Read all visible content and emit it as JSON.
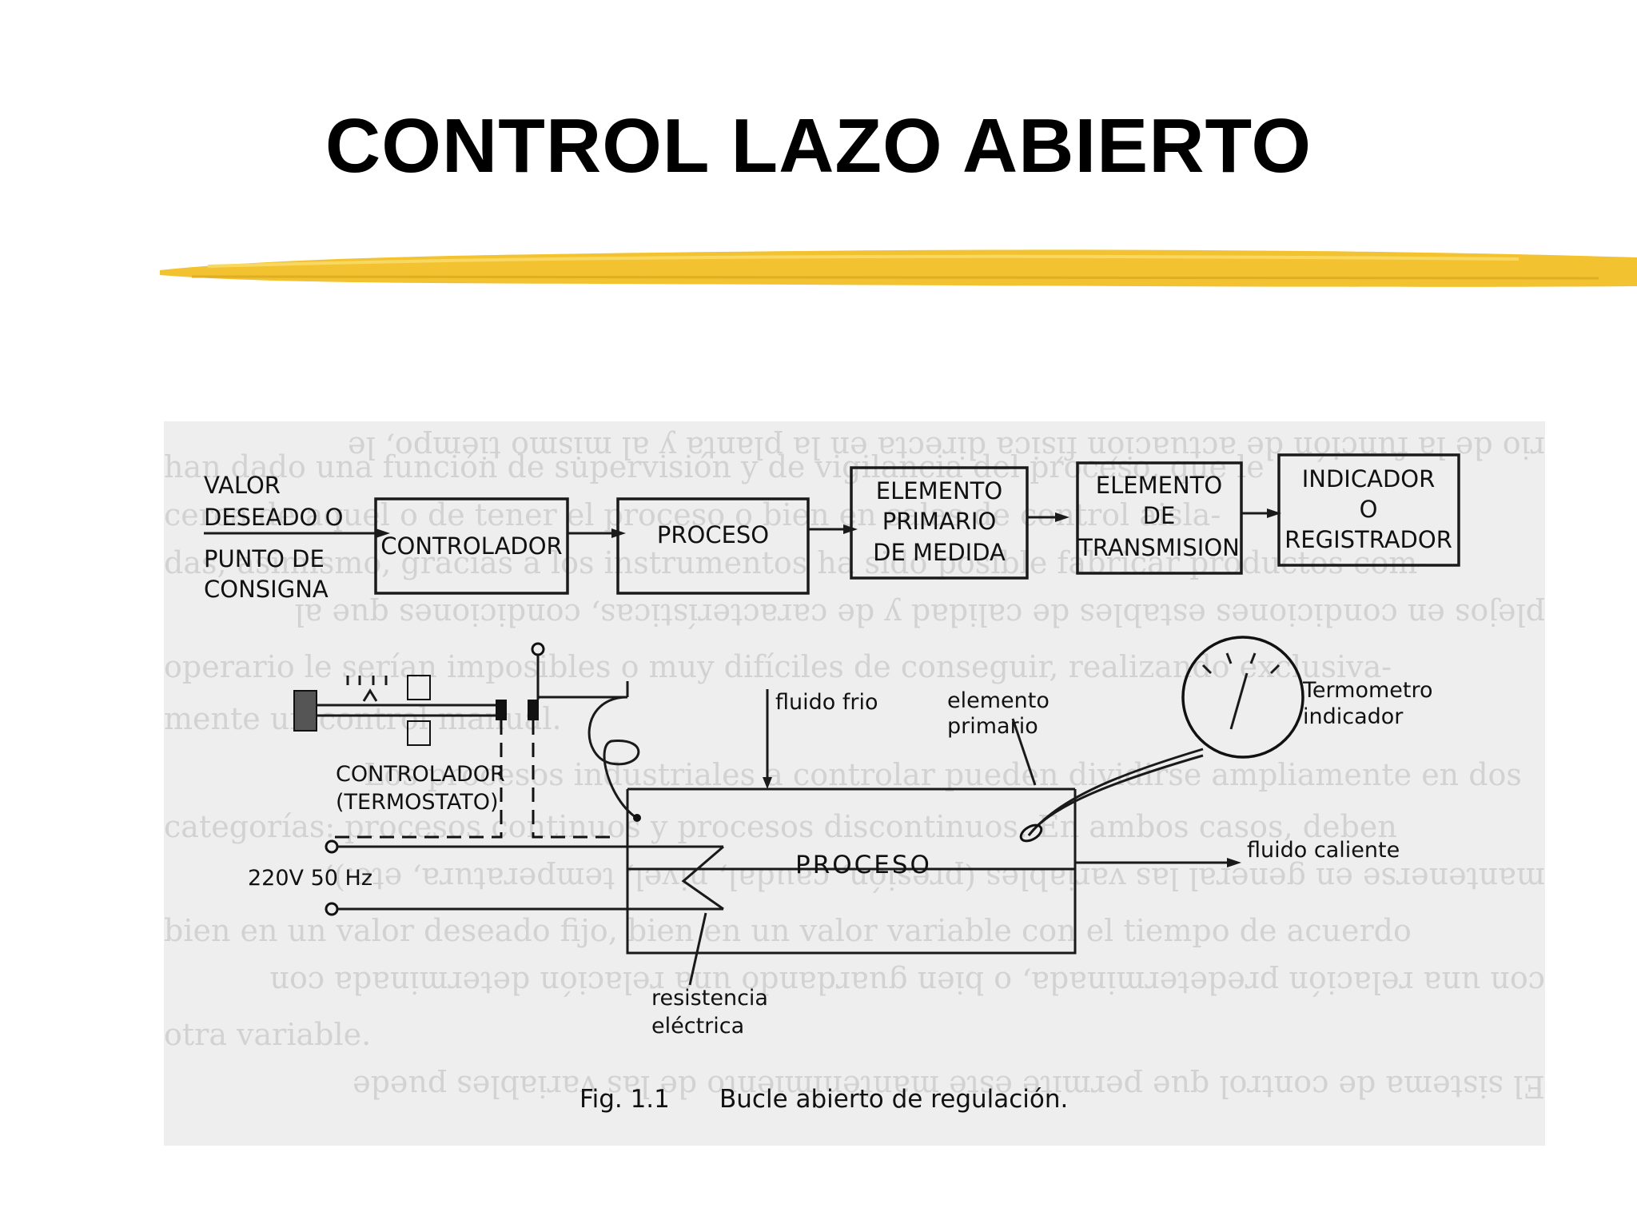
{
  "title": "CONTROL LAZO ABIERTO",
  "colors": {
    "accent_stroke": "#f2c230",
    "panel_bg": "#eeeeee",
    "ink": "#111111"
  },
  "block_diagram": {
    "input_label": [
      "VALOR",
      "DESEADO O",
      "PUNTO DE",
      "CONSIGNA"
    ],
    "blocks": [
      {
        "lines": [
          "CONTROLADOR"
        ]
      },
      {
        "lines": [
          "PROCESO"
        ]
      },
      {
        "lines": [
          "ELEMENTO",
          "PRIMARIO",
          "DE MEDIDA"
        ]
      },
      {
        "lines": [
          "ELEMENTO",
          "DE",
          "TRANSMISION"
        ]
      },
      {
        "lines": [
          "INDICADOR",
          "O",
          "REGISTRADOR"
        ]
      }
    ]
  },
  "schematic": {
    "controller_label": [
      "CONTROLADOR",
      "(TERMOSTATO)"
    ],
    "supply_label": "220V  50 Hz",
    "cold_fluid": "fluido frio",
    "primary_element": [
      "elemento",
      "primario"
    ],
    "thermometer": [
      "Termometro",
      "indicador"
    ],
    "hot_fluid": "fluido caliente",
    "process": "PROCESO",
    "resistance": [
      "resistencia",
      "eléctrica"
    ]
  },
  "caption": {
    "number": "Fig.  1.1",
    "text": "Bucle  abierto  de  regulación."
  },
  "background_text": [
    "rio de la función de actuación física directa en la planta y al mismo tiempo, le",
    "han dado una función de supervisión y de vigilancia del proceso, que le",
    "cerca de aquel o de tener el proceso o bien en salas de control aisla-",
    "das; asimismo, gracias a los instrumentos ha sido posible fabricar productos com-",
    "plejos en condiciones estables de calidad y de características, condiciones que al",
    "operario le serían imposibles o muy difíciles de conseguir, realizando exclusiva-",
    "mente un control manual.",
    "Los procesos industriales a controlar pueden dividirse ampliamente en dos",
    "categorías: procesos continuos y procesos discontinuos. En ambos casos, deben",
    "mantenerse en general las variables (presión, caudal, nivel, temperatura, etc.),",
    "bien en un valor deseado fijo, bien en un valor variable con el tiempo de acuerdo",
    "con una relación predeterminada, o bien guardando una relación determinada con",
    "otra variable.",
    "El sistema de control que permite este mantenimiento de las variables puede"
  ]
}
